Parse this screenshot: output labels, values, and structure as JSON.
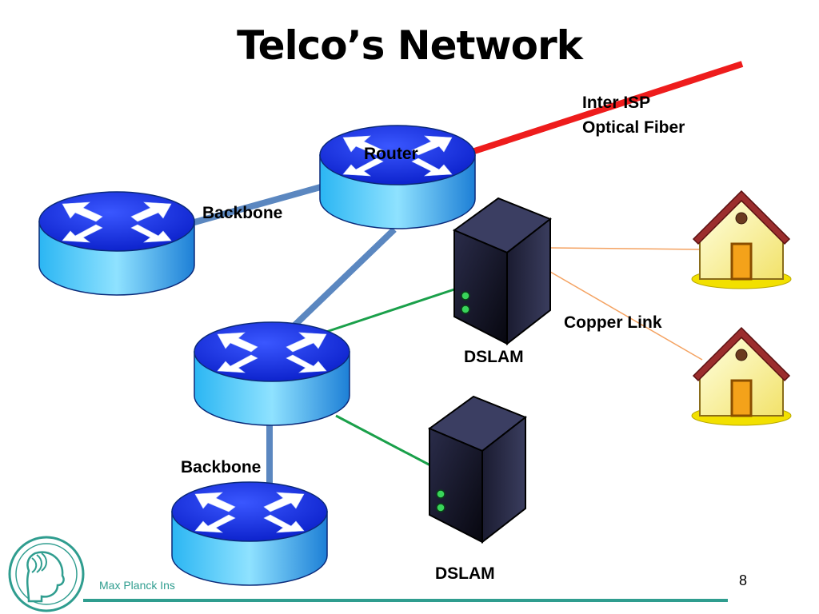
{
  "slide": {
    "title": "Telco’s Network",
    "page_number": "8",
    "footer_text": "Max Planck Ins"
  },
  "labels": {
    "inter_isp_line1": "Inter ISP",
    "inter_isp_line2": "Optical Fiber",
    "router": "Router",
    "backbone_top": "Backbone",
    "backbone_bottom": "Backbone",
    "copper_link": "Copper Link",
    "dslam_top": "DSLAM",
    "dslam_bottom": "DSLAM"
  },
  "colors": {
    "fiber": "#ee1c1c",
    "backbone": "#5b87c0",
    "dslam_link": "#1aa04a",
    "copper": "#f4a261",
    "footer": "#2f9d8f"
  }
}
